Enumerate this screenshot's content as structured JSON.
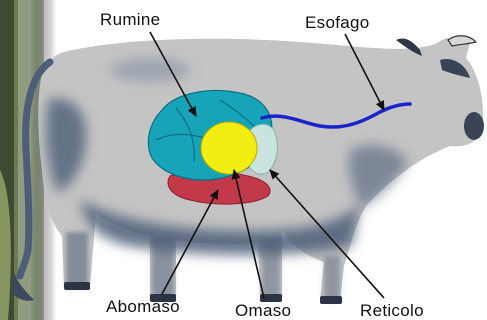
{
  "labels": {
    "rumine": "Rumine",
    "esofago": "Esofago",
    "abomaso": "Abomaso",
    "omaso": "Omaso",
    "reticolo": "Reticolo"
  },
  "colors": {
    "cow_body": "#c4c4c4",
    "cow_shadow": "#4d5e78",
    "rumen": "#17a4b8",
    "omasum": "#f2ee12",
    "reticulum": "#c9e3df",
    "abomasum": "#c23a4a",
    "esophagus": "#1a22cc",
    "leader_line": "#111111",
    "left_scenery": "#6b7b52"
  }
}
